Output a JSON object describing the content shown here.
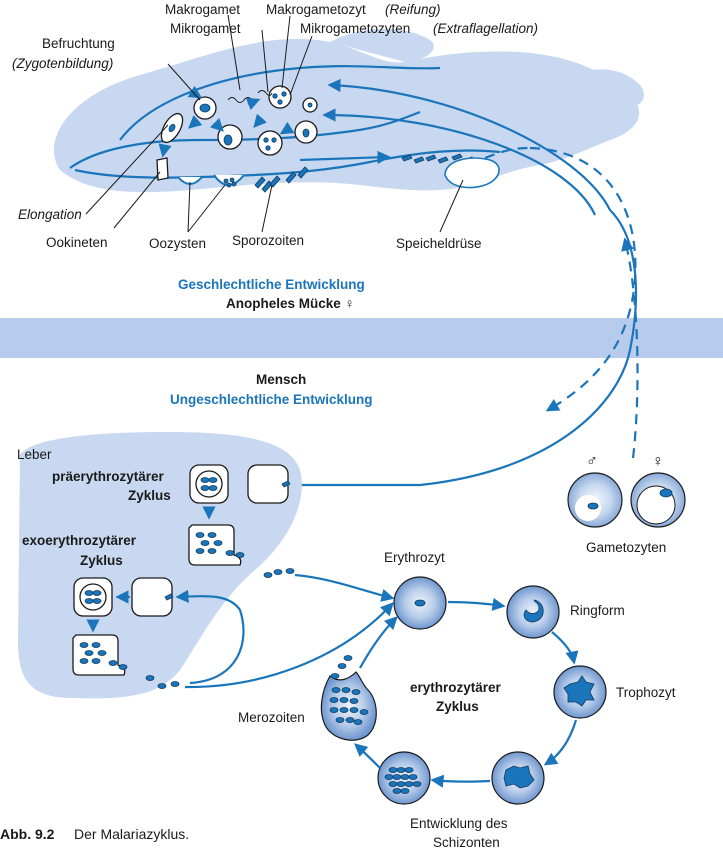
{
  "labels": {
    "makrogamet": "Makrogamet",
    "mikrogamet": "Mikrogamet",
    "makrogametozyt": "Makrogametozyt",
    "reifung": "(Reifung)",
    "mikrogametozyten": "Mikrogametozyten",
    "extraflagellation": "(Extraflagellation)",
    "befruchtung": "Befruchtung",
    "zygotenbildung": "(Zygotenbildung)",
    "elongation": "Elongation",
    "ookineten": "Ookineten",
    "oozysten": "Oozysten",
    "sporozoiten": "Sporozoiten",
    "speicheldruese": "Speicheldrüse",
    "geschlechtliche": "Geschlechtliche Entwicklung",
    "anopheles": "Anopheles Mücke ♀",
    "mensch": "Mensch",
    "ungeschlechtliche": "Ungeschlechtliche Entwicklung",
    "leber": "Leber",
    "praeery_1": "präerythrozytärer",
    "praeery_2": "Zyklus",
    "exoery_1": "exoerythrozytärer",
    "exoery_2": "Zyklus",
    "male": "♂",
    "female": "♀",
    "gametozyten": "Gametozyten",
    "erythrozyt": "Erythrozyt",
    "ringform": "Ringform",
    "trophozyt": "Trophozyt",
    "ery_zyklus_1": "erythrozytärer",
    "ery_zyklus_2": "Zyklus",
    "merozoiten": "Merozoiten",
    "schizonten_1": "Entwicklung des",
    "schizonten_2": "Schizonten"
  },
  "caption": {
    "number": "Abb. 9.2",
    "text": "Der Malariazyklus."
  },
  "colors": {
    "accent": "#1b75bb",
    "light_fill": "#c9d8f1",
    "band": "#b7cbec"
  }
}
